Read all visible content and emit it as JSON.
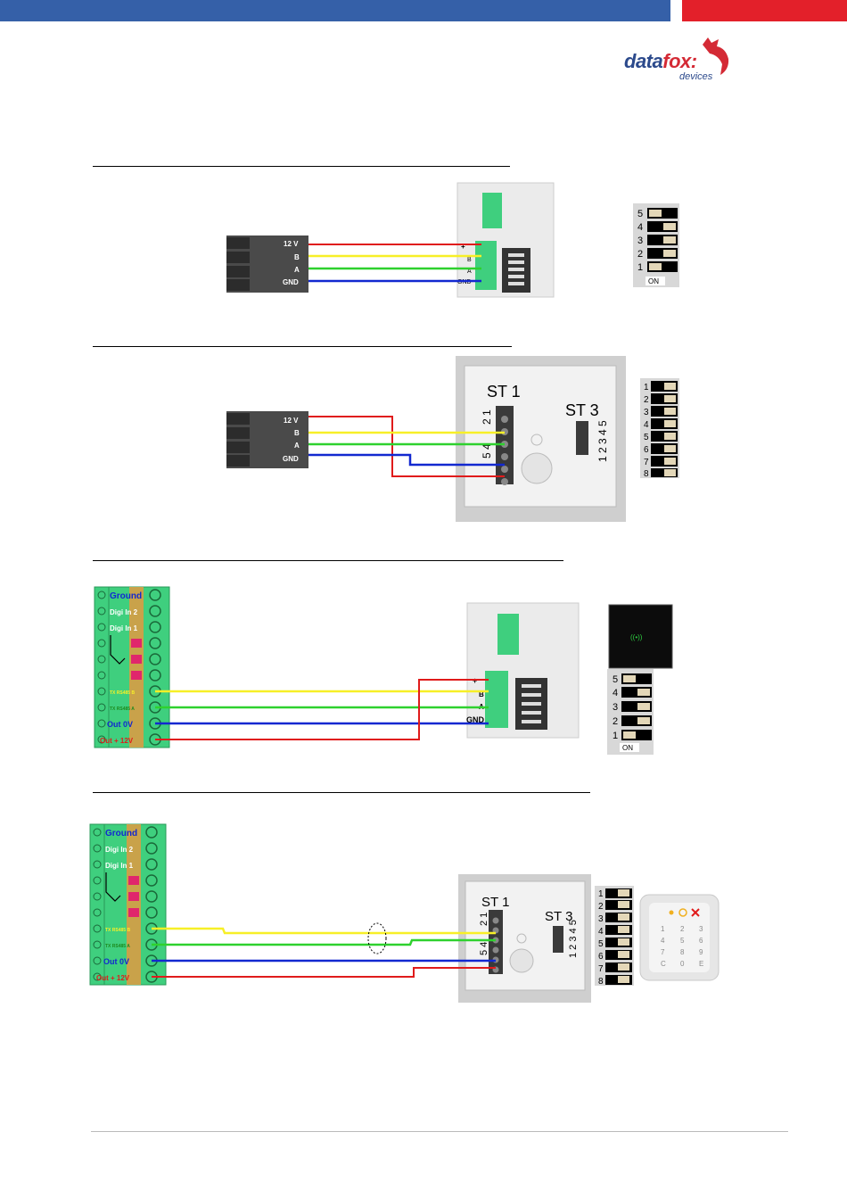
{
  "header": {
    "blue": "#3560a8",
    "red": "#e3202a"
  },
  "logo": {
    "word_dark": "data",
    "word_red": "fox:",
    "sub": "devices",
    "dark": "#2c4a8c",
    "red": "#d42a35"
  },
  "colors": {
    "wire12v": "#e01b1b",
    "wireB": "#f7ef27",
    "wireA": "#2ed12e",
    "wireGND": "#1228d0",
    "terminal": "#3fcf7e"
  },
  "connector": {
    "pins": [
      "12 V",
      "B",
      "A",
      "GND"
    ]
  },
  "diagram1": {
    "module_pins": [
      "+",
      "B",
      "A",
      "GND"
    ],
    "dip": [
      "5",
      "4",
      "3",
      "2",
      "1"
    ],
    "dip_on": "ON"
  },
  "diagram2": {
    "st1": "ST 1",
    "st1_nums": "2 1",
    "st1_nums2": "5 4",
    "st3": "ST 3",
    "st3_nums": "1 2 3 4 5",
    "dip": [
      "1",
      "2",
      "3",
      "4",
      "5",
      "6",
      "7",
      "8"
    ]
  },
  "diagram3": {
    "terminal": [
      "Ground",
      "Digi In 2",
      "Digi In 1",
      "",
      "",
      "",
      "TX RS485 B",
      "TX RS485 A",
      "Out 0V",
      "Out + 12V"
    ],
    "module_pins": [
      "+",
      "B",
      "A",
      "GND"
    ],
    "dip": [
      "5",
      "4",
      "3",
      "2",
      "1"
    ],
    "dip_on": "ON",
    "reader_glyph": "((•))"
  },
  "diagram4": {
    "terminal": [
      "Ground",
      "Digi In 2",
      "Digi In 1",
      "",
      "",
      "",
      "TX RS485 B",
      "TX RS485 A",
      "Out 0V",
      "Out + 12V"
    ],
    "st1": "ST 1",
    "st1_nums": "2 1",
    "st1_nums2": "5 4",
    "st3": "ST 3",
    "st3_nums": "1 2 3 4 5",
    "dip": [
      "1",
      "2",
      "3",
      "4",
      "5",
      "6",
      "7",
      "8"
    ],
    "keypad": [
      "1",
      "2",
      "3",
      "4",
      "5",
      "6",
      "7",
      "8",
      "9",
      "C",
      "0",
      "E"
    ]
  }
}
